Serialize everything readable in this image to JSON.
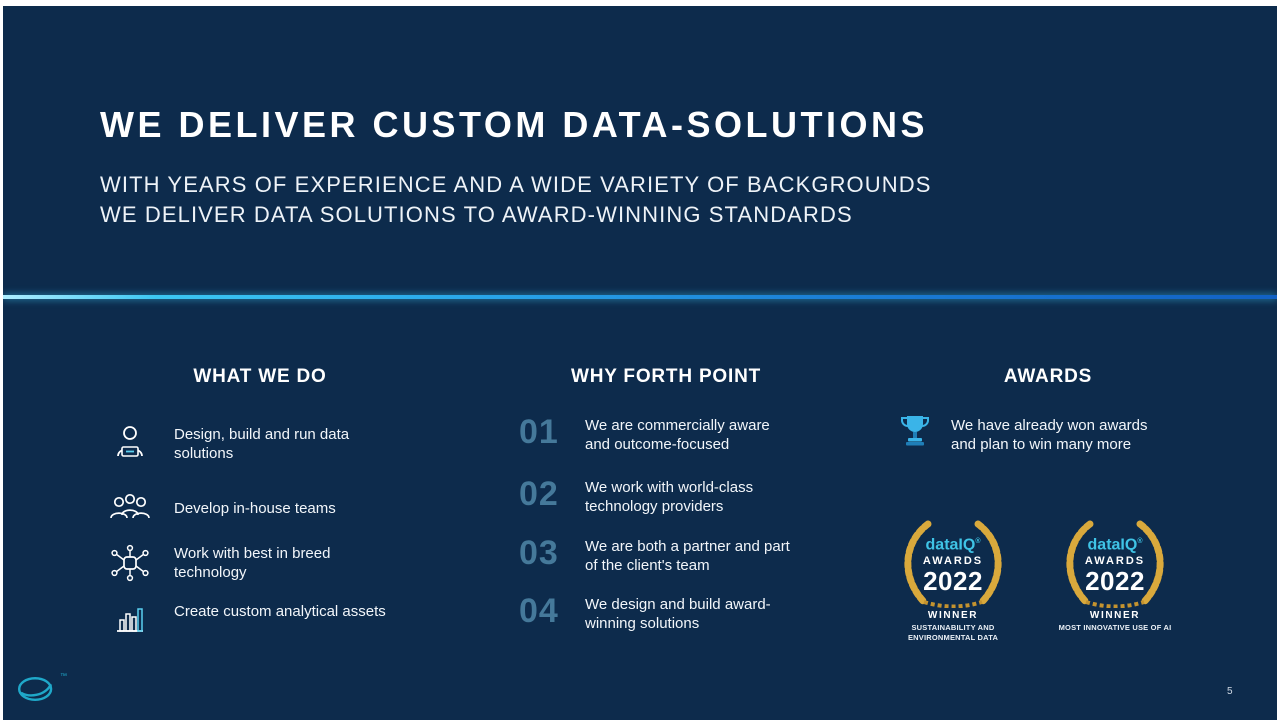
{
  "header": {
    "title": "WE DELIVER CUSTOM DATA-SOLUTIONS",
    "subtitle_line1": "WITH YEARS OF EXPERIENCE AND A WIDE VARIETY OF BACKGROUNDS",
    "subtitle_line2": "WE DELIVER DATA SOLUTIONS TO AWARD-WINNING STANDARDS"
  },
  "what_we_do": {
    "heading": "WHAT WE DO",
    "items": [
      {
        "icon": "person-laptop-icon",
        "text": "Design, build and run data solutions"
      },
      {
        "icon": "team-icon",
        "text": "Develop in-house teams"
      },
      {
        "icon": "technology-network-icon",
        "text": "Work with best in breed technology"
      },
      {
        "icon": "bar-chart-icon",
        "text": "Create custom analytical assets"
      }
    ]
  },
  "why_forth_point": {
    "heading": "WHY FORTH POINT",
    "items": [
      {
        "number": "01",
        "text": "We are commercially aware and outcome-focused"
      },
      {
        "number": "02",
        "text": "We work with world-class technology providers"
      },
      {
        "number": "03",
        "text": "We are both a partner and part of the client's team"
      },
      {
        "number": "04",
        "text": "We design and build award-winning solutions"
      }
    ]
  },
  "awards": {
    "heading": "AWARDS",
    "intro": "We have already won awards and plan to win many more",
    "reg_mark": "®",
    "badges": [
      {
        "brand": "dataIQ",
        "program": "AWARDS",
        "year": "2022",
        "winner_label": "WINNER",
        "category": "SUSTAINABILITY AND ENVIRONMENTAL DATA"
      },
      {
        "brand": "dataIQ",
        "program": "AWARDS",
        "year": "2022",
        "winner_label": "WINNER",
        "category": "MOST INNOVATIVE USE OF AI"
      }
    ]
  },
  "footer": {
    "logo_tm": "™",
    "page_number": "5"
  },
  "colors": {
    "background": "#0d2b4c",
    "accent_cyan": "#3cc7f2",
    "number_blue": "#45799a",
    "gold": "#d9a93c",
    "brand_cyan": "#3fc4e6",
    "logo_teal": "#1fa8c9"
  }
}
